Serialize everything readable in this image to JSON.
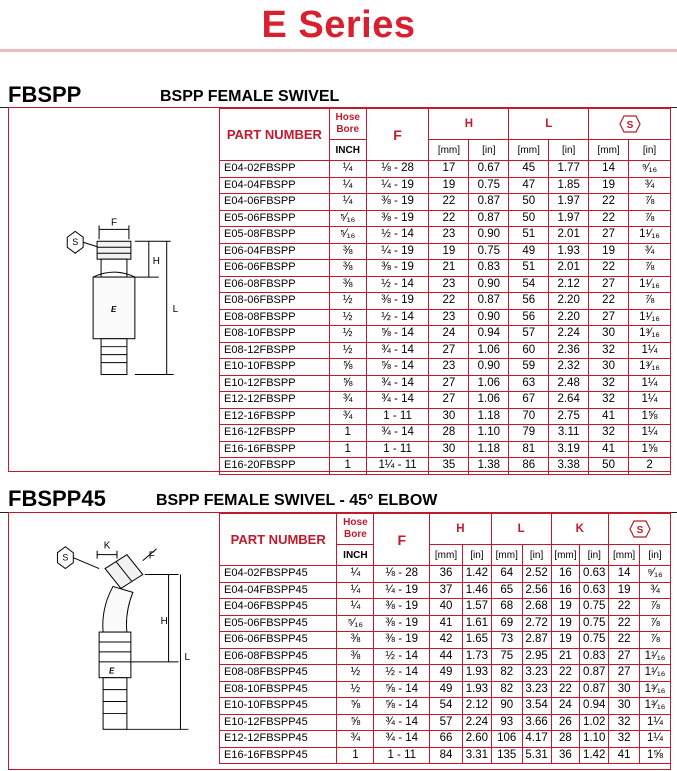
{
  "header": {
    "series_title": "E Series"
  },
  "sections": [
    {
      "code": "FBSPP",
      "description": "BSPP FEMALE SWIVEL",
      "diagram_labels": {
        "hex": "S",
        "f": "F",
        "h": "H",
        "l": "L",
        "logo": "E"
      },
      "columns": {
        "part_number": "PART NUMBER",
        "hose_bore": "Hose Bore",
        "inch": "INCH",
        "f": "F",
        "h": "H",
        "l": "L",
        "s": "S",
        "mm": "[mm]",
        "in": "[in]"
      },
      "rows": [
        [
          "E04-02FBSPP",
          "¼",
          "⅛ - 28",
          "17",
          "0.67",
          "45",
          "1.77",
          "14",
          "⁹⁄₁₆"
        ],
        [
          "E04-04FBSPP",
          "¼",
          "¼ - 19",
          "19",
          "0.75",
          "47",
          "1.85",
          "19",
          "¾"
        ],
        [
          "E04-06FBSPP",
          "¼",
          "⅜ - 19",
          "22",
          "0.87",
          "50",
          "1.97",
          "22",
          "⅞"
        ],
        [
          "E05-06FBSPP",
          "⁵⁄₁₆",
          "⅜ - 19",
          "22",
          "0.87",
          "50",
          "1.97",
          "22",
          "⅞"
        ],
        [
          "E05-08FBSPP",
          "⁵⁄₁₆",
          "½ - 14",
          "23",
          "0.90",
          "51",
          "2.01",
          "27",
          "1¹⁄₁₆"
        ],
        [
          "E06-04FBSPP",
          "⅜",
          "¼ - 19",
          "19",
          "0.75",
          "49",
          "1.93",
          "19",
          "¾"
        ],
        [
          "E06-06FBSPP",
          "⅜",
          "⅜ - 19",
          "21",
          "0.83",
          "51",
          "2.01",
          "22",
          "⅞"
        ],
        [
          "E06-08FBSPP",
          "⅜",
          "½ - 14",
          "23",
          "0.90",
          "54",
          "2.12",
          "27",
          "1¹⁄₁₆"
        ],
        [
          "E08-06FBSPP",
          "½",
          "⅜ - 19",
          "22",
          "0.87",
          "56",
          "2.20",
          "22",
          "⅞"
        ],
        [
          "E08-08FBSPP",
          "½",
          "½ - 14",
          "23",
          "0.90",
          "56",
          "2.20",
          "27",
          "1¹⁄₁₆"
        ],
        [
          "E08-10FBSPP",
          "½",
          "⅝ - 14",
          "24",
          "0.94",
          "57",
          "2.24",
          "30",
          "1³⁄₁₆"
        ],
        [
          "E08-12FBSPP",
          "½",
          "¾ - 14",
          "27",
          "1.06",
          "60",
          "2.36",
          "32",
          "1¼"
        ],
        [
          "E10-10FBSPP",
          "⅝",
          "⅝ - 14",
          "23",
          "0.90",
          "59",
          "2.32",
          "30",
          "1³⁄₁₆"
        ],
        [
          "E10-12FBSPP",
          "⅝",
          "¾ - 14",
          "27",
          "1.06",
          "63",
          "2.48",
          "32",
          "1¼"
        ],
        [
          "E12-12FBSPP",
          "¾",
          "¾ - 14",
          "27",
          "1.06",
          "67",
          "2.64",
          "32",
          "1¼"
        ],
        [
          "E12-16FBSPP",
          "¾",
          "1 - 11",
          "30",
          "1.18",
          "70",
          "2.75",
          "41",
          "1⅝"
        ],
        [
          "E16-12FBSPP",
          "1",
          "¾ - 14",
          "28",
          "1.10",
          "79",
          "3.11",
          "32",
          "1¼"
        ],
        [
          "E16-16FBSPP",
          "1",
          "1 - 11",
          "30",
          "1.18",
          "81",
          "3.19",
          "41",
          "1⅝"
        ],
        [
          "E16-20FBSPP",
          "1",
          "1¼ - 11",
          "35",
          "1.38",
          "86",
          "3.38",
          "50",
          "2"
        ]
      ]
    },
    {
      "code": "FBSPP45",
      "description": "BSPP FEMALE SWIVEL - 45° ELBOW",
      "diagram_labels": {
        "hex": "S",
        "k": "K",
        "f": "F",
        "h": "H",
        "l": "L",
        "logo": "E"
      },
      "columns": {
        "part_number": "PART NUMBER",
        "hose_bore": "Hose Bore",
        "inch": "INCH",
        "f": "F",
        "h": "H",
        "l": "L",
        "k": "K",
        "s": "S",
        "mm": "[mm]",
        "in": "[in]"
      },
      "rows": [
        [
          "E04-02FBSPP45",
          "¼",
          "⅛ - 28",
          "36",
          "1.42",
          "64",
          "2.52",
          "16",
          "0.63",
          "14",
          "⁹⁄₁₆"
        ],
        [
          "E04-04FBSPP45",
          "¼",
          "¼ - 19",
          "37",
          "1.46",
          "65",
          "2.56",
          "16",
          "0.63",
          "19",
          "¾"
        ],
        [
          "E04-06FBSPP45",
          "¼",
          "⅜ - 19",
          "40",
          "1.57",
          "68",
          "2.68",
          "19",
          "0.75",
          "22",
          "⅞"
        ],
        [
          "E05-06FBSPP45",
          "⁵⁄₁₆",
          "⅜ - 19",
          "41",
          "1.61",
          "69",
          "2.72",
          "19",
          "0.75",
          "22",
          "⅞"
        ],
        [
          "E06-06FBSPP45",
          "⅜",
          "⅜ - 19",
          "42",
          "1.65",
          "73",
          "2.87",
          "19",
          "0.75",
          "22",
          "⅞"
        ],
        [
          "E06-08FBSPP45",
          "⅜",
          "½ - 14",
          "44",
          "1.73",
          "75",
          "2.95",
          "21",
          "0.83",
          "27",
          "1¹⁄₁₆"
        ],
        [
          "E08-08FBSPP45",
          "½",
          "½ - 14",
          "49",
          "1.93",
          "82",
          "3.23",
          "22",
          "0.87",
          "27",
          "1¹⁄₁₆"
        ],
        [
          "E08-10FBSPP45",
          "½",
          "⅝ - 14",
          "49",
          "1.93",
          "82",
          "3.23",
          "22",
          "0.87",
          "30",
          "1³⁄₁₆"
        ],
        [
          "E10-10FBSPP45",
          "⅝",
          "⅝ - 14",
          "54",
          "2.12",
          "90",
          "3.54",
          "24",
          "0.94",
          "30",
          "1³⁄₁₆"
        ],
        [
          "E10-12FBSPP45",
          "⅝",
          "¾ - 14",
          "57",
          "2.24",
          "93",
          "3.66",
          "26",
          "1.02",
          "32",
          "1¼"
        ],
        [
          "E12-12FBSPP45",
          "¾",
          "¾ - 14",
          "66",
          "2.60",
          "106",
          "4.17",
          "28",
          "1.10",
          "32",
          "1¼"
        ],
        [
          "E16-16FBSPP45",
          "1",
          "1 - 11",
          "84",
          "3.31",
          "135",
          "5.31",
          "36",
          "1.42",
          "41",
          "1⅝"
        ]
      ]
    }
  ],
  "colors": {
    "brand_red": "#d8202f",
    "table_border": "#c01a2c",
    "divider_pink": "#e8bcc3"
  },
  "icons": [
    "hex-nut-icon",
    "fitting-drawing",
    "elbow-fitting-drawing"
  ]
}
